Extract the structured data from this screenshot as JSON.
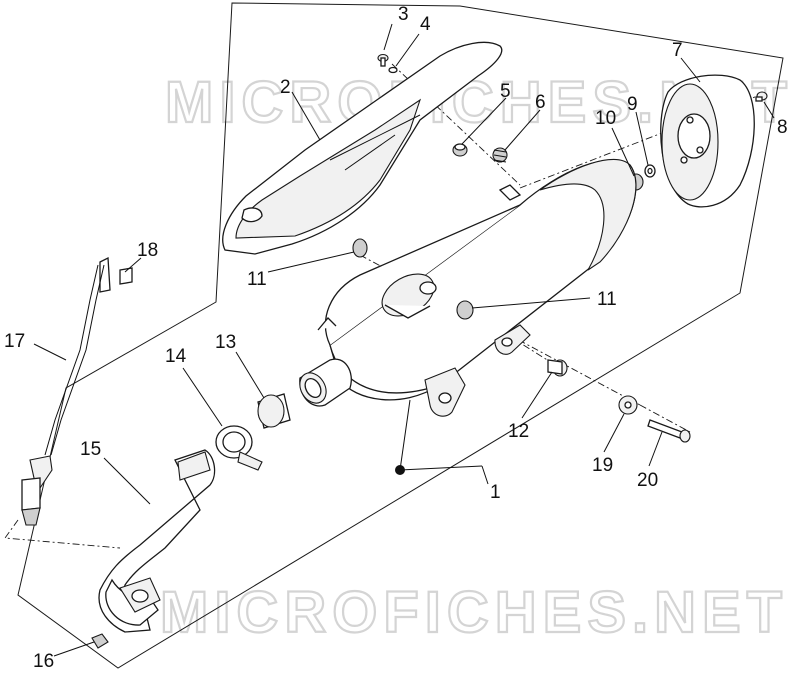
{
  "diagram": {
    "watermark_text": "MICROFICHES.NET",
    "callouts": [
      {
        "id": "c1",
        "label": "1"
      },
      {
        "id": "c2",
        "label": "2"
      },
      {
        "id": "c3",
        "label": "3"
      },
      {
        "id": "c4",
        "label": "4"
      },
      {
        "id": "c5",
        "label": "5"
      },
      {
        "id": "c6",
        "label": "6"
      },
      {
        "id": "c7",
        "label": "7"
      },
      {
        "id": "c8",
        "label": "8"
      },
      {
        "id": "c9",
        "label": "9"
      },
      {
        "id": "c10",
        "label": "10"
      },
      {
        "id": "c11a",
        "label": "11"
      },
      {
        "id": "c11b",
        "label": "11"
      },
      {
        "id": "c12",
        "label": "12"
      },
      {
        "id": "c13",
        "label": "13"
      },
      {
        "id": "c14",
        "label": "14"
      },
      {
        "id": "c15",
        "label": "15"
      },
      {
        "id": "c16",
        "label": "16"
      },
      {
        "id": "c17",
        "label": "17"
      },
      {
        "id": "c18",
        "label": "18"
      },
      {
        "id": "c19",
        "label": "19"
      },
      {
        "id": "c20",
        "label": "20"
      }
    ]
  }
}
